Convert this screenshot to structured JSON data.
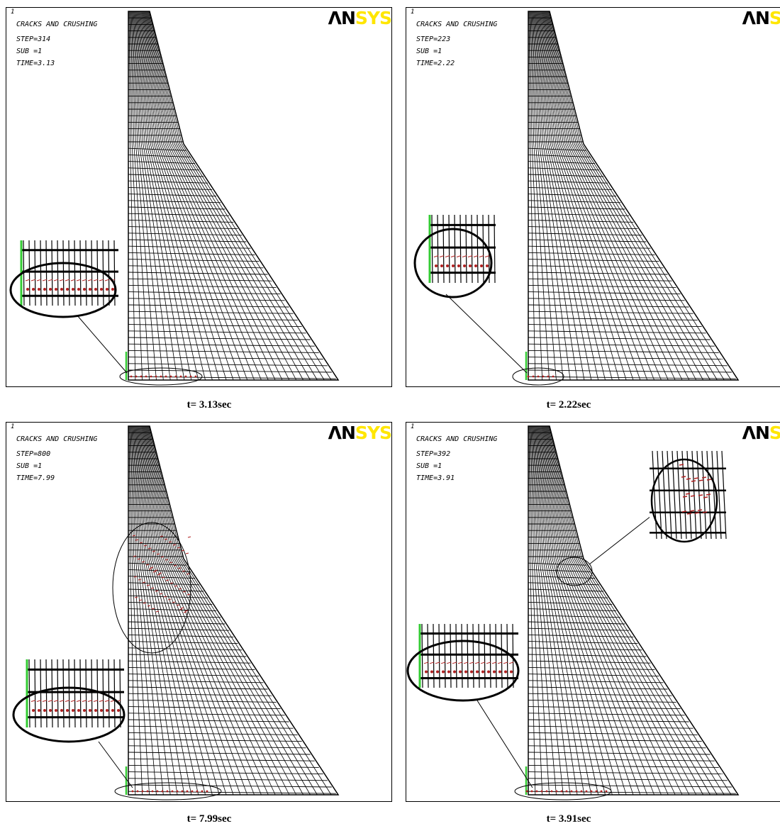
{
  "logo": {
    "part1": "ΛN",
    "part2": "SYS"
  },
  "panels": [
    {
      "window": "1",
      "title": "CRACKS AND CRUSHING",
      "step": "STEP=314",
      "sub": "SUB =1",
      "time": "TIME=3.13",
      "caption": "t= 3.13sec"
    },
    {
      "window": "1",
      "title": "CRACKS AND CRUSHING",
      "step": "STEP=223",
      "sub": "SUB =1",
      "time": "TIME=2.22",
      "caption": "t= 2.22sec"
    },
    {
      "window": "1",
      "title": "CRACKS AND CRUSHING",
      "step": "STEP=800",
      "sub": "SUB =1",
      "time": "TIME=7.99",
      "caption": "t= 7.99sec"
    },
    {
      "window": "1",
      "title": "CRACKS AND CRUSHING",
      "step": "STEP=392",
      "sub": "SUB =1",
      "time": "TIME=3.91",
      "caption": "t= 3.91sec"
    }
  ],
  "colors": {
    "mesh": "#000000",
    "crack": "#b02020",
    "boundary": "#33cc33",
    "support": "#3399ff",
    "logo_accent": "#ffe600"
  }
}
